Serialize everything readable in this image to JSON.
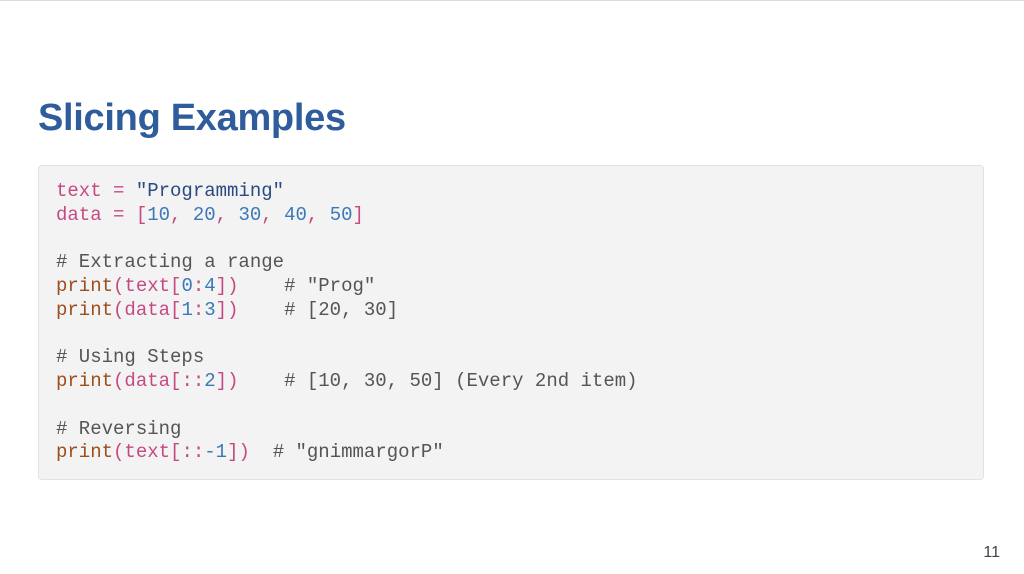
{
  "slide": {
    "title": "Slicing Examples",
    "page_number": "11"
  },
  "code": {
    "line1": {
      "var": "text",
      "op": " = ",
      "str": "\"Programming\""
    },
    "line2": {
      "var": "data",
      "op": " = ",
      "open": "[",
      "n1": "10",
      "s1": ", ",
      "n2": "20",
      "s2": ", ",
      "n3": "30",
      "s3": ", ",
      "n4": "40",
      "s4": ", ",
      "n5": "50",
      "close": "]"
    },
    "line4": "# Extracting a range",
    "line5": {
      "fn": "print",
      "open": "(",
      "var": "text",
      "b1": "[",
      "a": "0",
      "colon": ":",
      "b": "4",
      "b2": "]",
      "close": ")",
      "pad": "    ",
      "cmt": "# \"Prog\""
    },
    "line6": {
      "fn": "print",
      "open": "(",
      "var": "data",
      "b1": "[",
      "a": "1",
      "colon": ":",
      "b": "3",
      "b2": "]",
      "close": ")",
      "pad": "    ",
      "cmt": "# [20, 30]"
    },
    "line8": "# Using Steps",
    "line9": {
      "fn": "print",
      "open": "(",
      "var": "data",
      "b1": "[",
      "colon": "::",
      "b": "2",
      "b2": "]",
      "close": ")",
      "pad": "    ",
      "cmt": "# [10, 30, 50] (Every 2nd item)"
    },
    "line11": "# Reversing",
    "line12": {
      "fn": "print",
      "open": "(",
      "var": "text",
      "b1": "[",
      "colon": "::",
      "b": "-1",
      "b2": "]",
      "close": ")",
      "pad": "  ",
      "cmt": "# \"gnimmargorP\""
    }
  }
}
